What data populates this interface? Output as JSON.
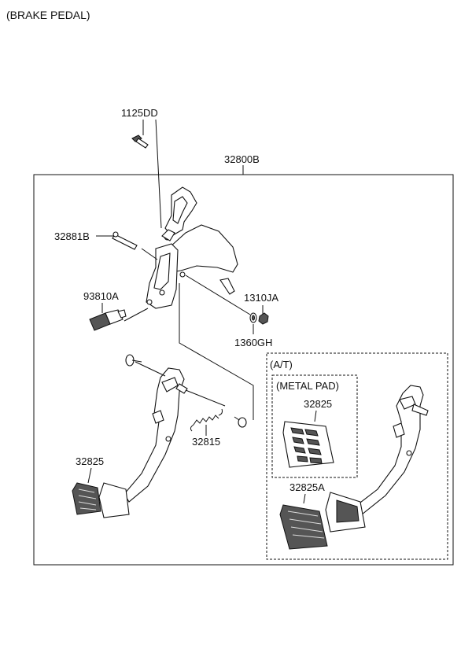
{
  "title": "(BRAKE PEDAL)",
  "callouts": {
    "bolt": "1125DD",
    "assembly": "32800B",
    "pin": "32881B",
    "switch": "93810A",
    "nut": "1310JA",
    "washer": "1360GH",
    "pad_left": "32825",
    "spring": "32815",
    "at_pad": "32825",
    "at_pad_rubber": "32825A"
  },
  "boxes": {
    "at": "(A/T)",
    "metal_pad": "(METAL PAD)"
  }
}
